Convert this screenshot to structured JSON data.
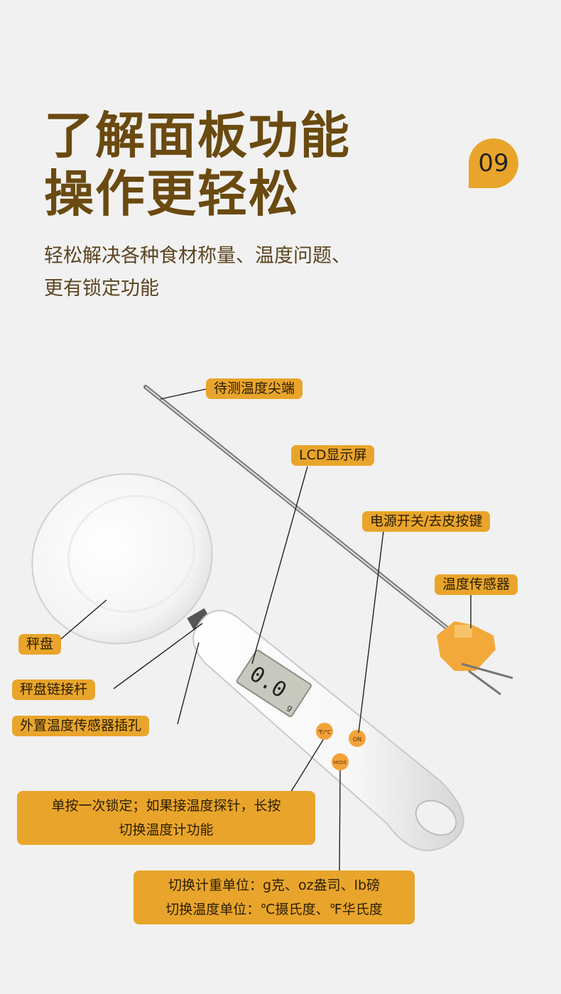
{
  "header": {
    "title_line1": "了解面板功能",
    "title_line2": "操作更轻松",
    "badge": "09",
    "subtitle_line1": "轻松解决各种食材称量、温度问题、",
    "subtitle_line2": "更有锁定功能"
  },
  "device": {
    "lcd_reading": "0.0",
    "lcd_unit": "g",
    "button_left": "℉/℃",
    "button_right": "ON",
    "button_mode": "MODE"
  },
  "labels": {
    "probe_tip": "待测温度尖端",
    "lcd": "LCD显示屏",
    "power": "电源开关/去皮按键",
    "temp_sensor": "温度传感器",
    "pan": "秤盘",
    "pan_rod": "秤盘链接杆",
    "ext_sensor_port": "外置温度传感器插孔",
    "lock_line1": "单按一次锁定；如果接温度探针，长按",
    "lock_line2": "切换温度计功能",
    "mode_line1": "切换计重单位：g克、oz盎司、lb磅",
    "mode_line2": "切换温度单位：℃摄氏度、℉华氏度"
  },
  "colors": {
    "accent": "#e9a52b",
    "title": "#6a4a10",
    "background": "#f1f1f1"
  }
}
